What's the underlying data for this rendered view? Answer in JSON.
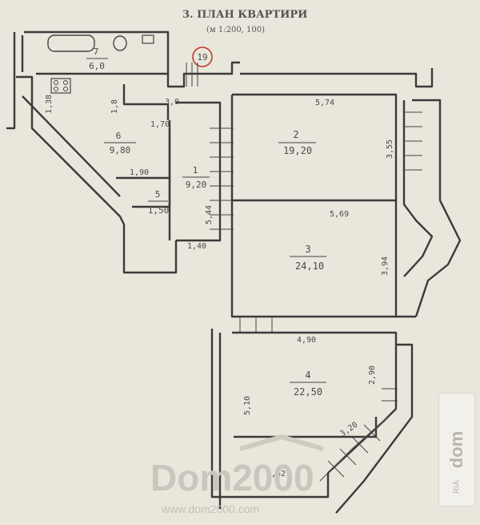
{
  "title": "3. ПЛАН КВАРТИРИ",
  "scale": "(м 1:200, 100)",
  "plan_marker": "19",
  "rooms": [
    {
      "num": "1",
      "area": "9,20"
    },
    {
      "num": "2",
      "area": "19,20"
    },
    {
      "num": "3",
      "area": "24,10"
    },
    {
      "num": "4",
      "area": "22,50"
    },
    {
      "num": "5",
      "area": "1,50"
    },
    {
      "num": "6",
      "area": "9,80"
    },
    {
      "num": "7",
      "area": "6,0"
    }
  ],
  "dims": {
    "d1_38": "1,38",
    "d1_8": "1,8",
    "d3_0": "3,0",
    "d1_70": "1,70",
    "d1_90": "1,90",
    "d5_44": "5,44",
    "d1_40": "1,40",
    "d5_74": "5,74",
    "d3_55": "3,55",
    "d5_69": "5,69",
    "d3_94": "3,94",
    "d4_90": "4,90",
    "d2_90": "2,90",
    "d5_10": "5,10",
    "d3_20": "3,20",
    "d2_62": "2,62"
  },
  "watermark": {
    "brand": "Dom2000",
    "site": "www.dom2000.com",
    "badge": "dom",
    "badge_sub": "RIA"
  }
}
